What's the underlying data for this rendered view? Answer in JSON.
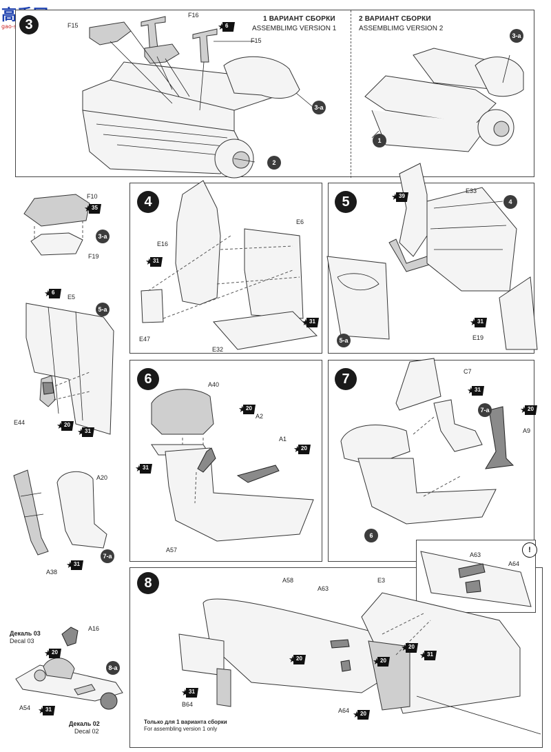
{
  "watermark": {
    "brand_cn": "高手网",
    "url": "gao-shou.com"
  },
  "top_section": {
    "version1": {
      "title": "1 ВАРИАНТ СБОРКИ",
      "subtitle": "ASSEMBLIMG VERSION 1"
    },
    "version2": {
      "title": "2 ВАРИАНТ СБОРКИ",
      "subtitle": "ASSEMBLIMG VERSION 2"
    },
    "labels": [
      "F15",
      "F16",
      "F15"
    ],
    "badges": [
      "6"
    ],
    "refs": [
      "3-a",
      "2",
      "3-a",
      "1"
    ]
  },
  "sub_3a": {
    "ref": "3-a",
    "labels": [
      "F10",
      "F19"
    ],
    "badges": [
      "35"
    ]
  },
  "step4": {
    "number": "4",
    "labels": [
      "E16",
      "E6",
      "E47",
      "E32"
    ],
    "badges": [
      "31",
      "31"
    ]
  },
  "step5": {
    "number": "5",
    "labels": [
      "E33",
      "E19"
    ],
    "badges": [
      "39",
      "31"
    ],
    "refs": [
      "4",
      "5-a"
    ]
  },
  "sub_5a": {
    "ref": "5-a",
    "labels": [
      "E5",
      "E44"
    ],
    "badges": [
      "6",
      "20",
      "31"
    ]
  },
  "step6": {
    "number": "6",
    "labels": [
      "A40",
      "A2",
      "A1",
      "A57"
    ],
    "badges": [
      "20",
      "20",
      "31"
    ]
  },
  "step7": {
    "number": "7",
    "labels": [
      "C7",
      "A9"
    ],
    "badges": [
      "31",
      "20"
    ],
    "refs": [
      "7-a",
      "6"
    ]
  },
  "sub_7a": {
    "ref": "7-a",
    "labels": [
      "A20",
      "A38"
    ],
    "badges": [
      "31"
    ]
  },
  "step8": {
    "number": "8",
    "labels": [
      "A58",
      "A63",
      "E3",
      "A63",
      "A64",
      "A64",
      "B64"
    ],
    "badges": [
      "20",
      "20",
      "31",
      "20",
      "20",
      "31"
    ],
    "inset_mark": "!",
    "note_ru": "Только для 1 варианта сборки",
    "note_en": "For assembling version 1 only"
  },
  "sub_8a": {
    "ref": "8-a",
    "labels": [
      "A16",
      "A54"
    ],
    "badges": [
      "20",
      "31"
    ],
    "decal_03_ru": "Декаль 03",
    "decal_03_en": "Decal 03",
    "decal_02_ru": "Декаль 02",
    "decal_02_en": "Decal 02"
  }
}
